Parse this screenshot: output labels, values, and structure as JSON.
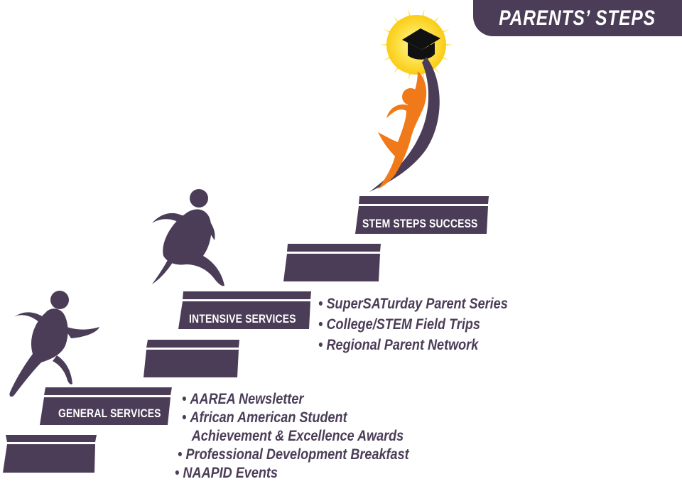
{
  "header": {
    "title": "PARENTS’ STEPS"
  },
  "steps": {
    "general": "GENERAL SERVICES",
    "intensive": "INTENSIVE SERVICES",
    "stem": "STEM STEPS SUCCESS"
  },
  "general_items": [
    "AAREA Newsletter",
    "African American Student",
    "Achievement & Excellence Awards",
    "Professional Development Breakfast",
    "NAAPID Events"
  ],
  "intensive_items": [
    "SuperSATurday Parent Series",
    "College/STEM Field Trips",
    "Regional Parent Network"
  ],
  "colors": {
    "purple": "#4b3d57",
    "orange": "#f07a1a",
    "sun": "#fde047",
    "white": "#ffffff"
  },
  "icons": [
    "runner-figure-icon",
    "leaping-figure-icon",
    "graduate-figure-icon",
    "sun-burst-icon",
    "graduation-cap-icon"
  ]
}
